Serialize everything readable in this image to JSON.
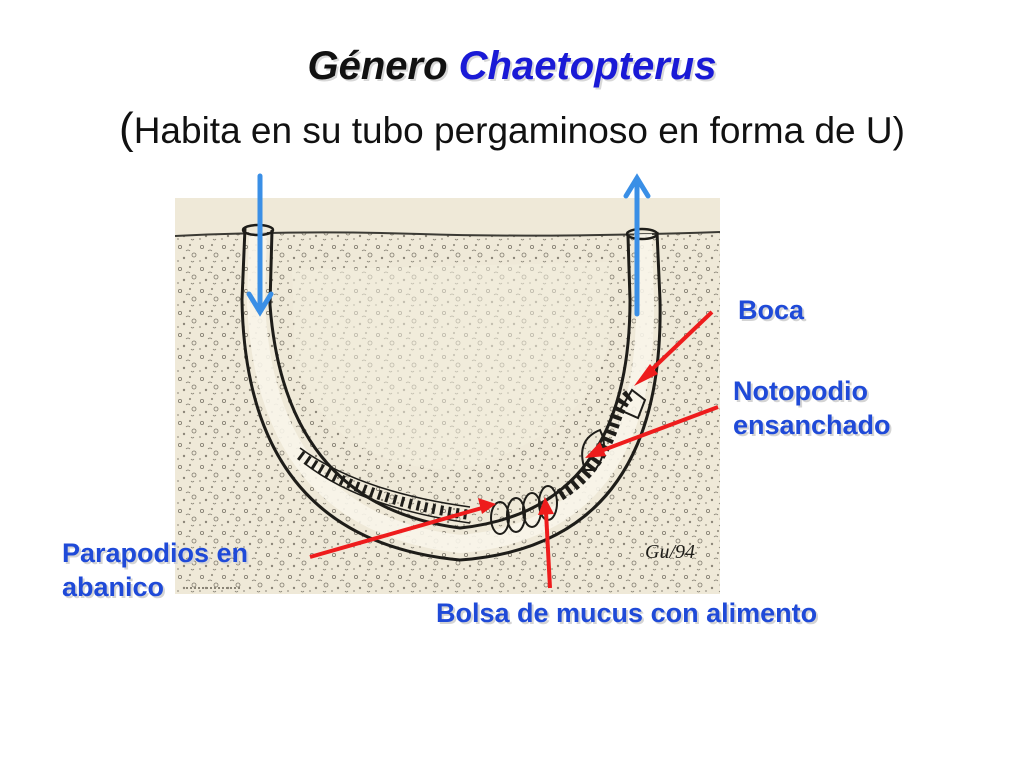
{
  "title": {
    "prefix": "Género",
    "genus": "Chaetopterus"
  },
  "subtitle": {
    "open_paren": "(",
    "text": "Habita en su tubo pergaminoso en forma de U",
    "close_paren": ")"
  },
  "illustration": {
    "signature": "Gu/94"
  },
  "labels": {
    "boca": "Boca",
    "notopodio_line1": "Notopodio",
    "notopodio_line2": "ensanchado",
    "parapodios_line1": "Parapodios en",
    "parapodios_line2": "abanico",
    "bolsa": "Bolsa de mucus con alimento"
  },
  "colors": {
    "title_genus": "#1a1ad6",
    "label_text": "#1f4ad8",
    "flow_arrows": "#3a8fe6",
    "pointer_arrows": "#ee1c1c",
    "sediment_background": "#efe9d8"
  },
  "flow_arrows": {
    "left": "down-arrow",
    "right": "up-arrow"
  }
}
